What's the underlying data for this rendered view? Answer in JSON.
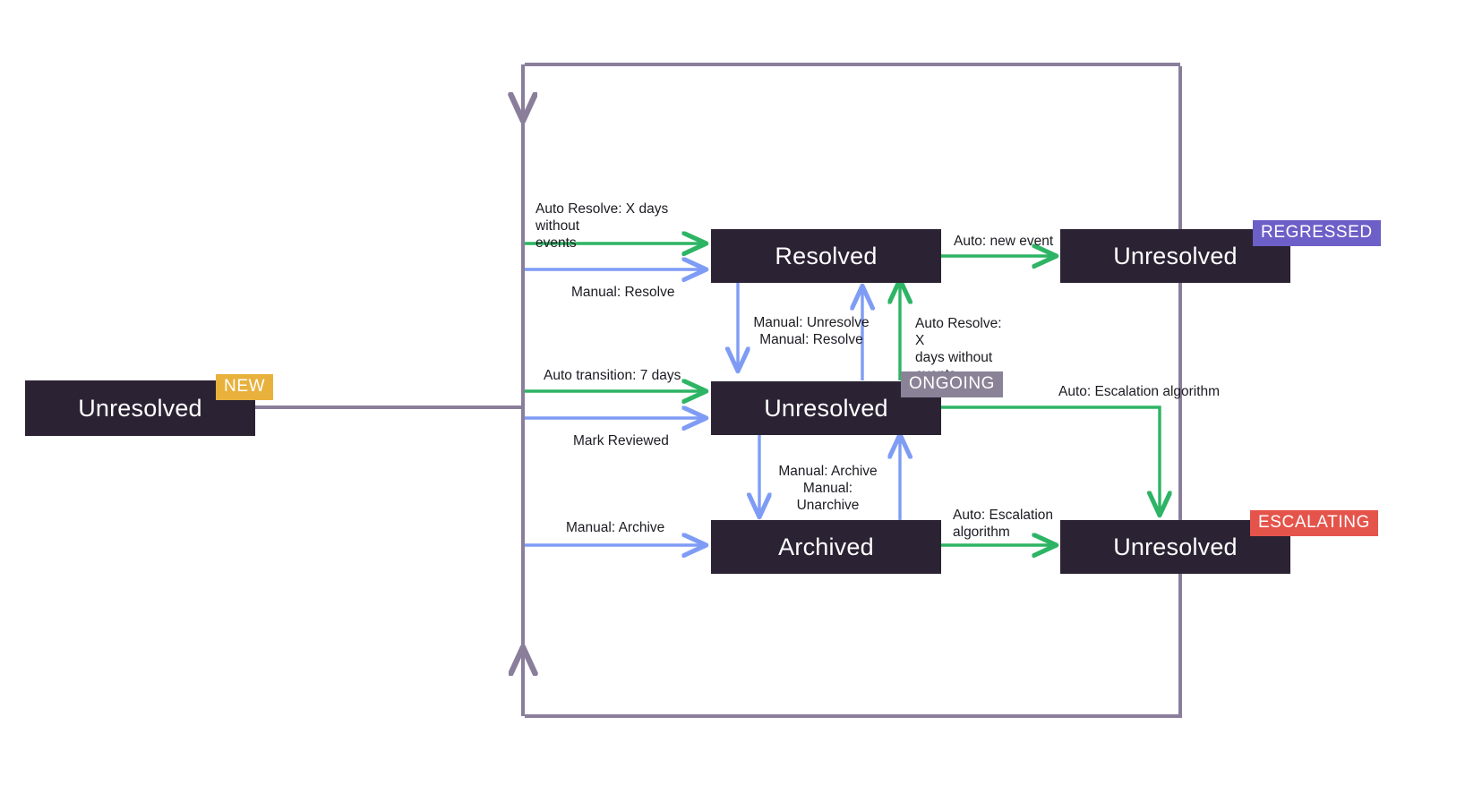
{
  "diagram": {
    "type": "state-transition-diagram",
    "background_color": "#FFFFFF",
    "colors": {
      "node_fill": "#2B2233",
      "node_text": "#FFFFFF",
      "auto_edge": "#2DB464",
      "manual_edge": "#7F9CF5",
      "frame_edge": "#8A7E9B",
      "label_text": "#1C1B22",
      "badge_new": "#E8B13C",
      "badge_regressed": "#6C5FC7",
      "badge_ongoing": "#8A8397",
      "badge_escalating": "#E5544B"
    }
  },
  "nodes": [
    {
      "id": "new",
      "label": "Unresolved"
    },
    {
      "id": "resolved",
      "label": "Resolved"
    },
    {
      "id": "regressed",
      "label": "Unresolved"
    },
    {
      "id": "ongoing",
      "label": "Unresolved"
    },
    {
      "id": "archived",
      "label": "Archived"
    },
    {
      "id": "escalating",
      "label": "Unresolved"
    }
  ],
  "badges": [
    {
      "id": "new",
      "label": "NEW"
    },
    {
      "id": "regressed",
      "label": "REGRESSED"
    },
    {
      "id": "ongoing",
      "label": "ONGOING"
    },
    {
      "id": "escalating",
      "label": "ESCALATING"
    }
  ],
  "edge_labels": [
    {
      "id": "auto-resolve-x-days-top",
      "text": "Auto Resolve: X days without\nevents",
      "kind": "auto"
    },
    {
      "id": "manual-resolve-left",
      "text": "Manual: Resolve",
      "kind": "manual"
    },
    {
      "id": "auto-new-event",
      "text": "Auto: new event",
      "kind": "auto"
    },
    {
      "id": "manual-unresolve-resolve",
      "text": "Manual: Unresolve\nManual: Resolve",
      "kind": "manual"
    },
    {
      "id": "auto-resolve-x-days-mid",
      "text": "Auto Resolve: X\ndays without\nevents",
      "kind": "auto"
    },
    {
      "id": "auto-transition-7-days",
      "text": "Auto transition: 7 days",
      "kind": "auto"
    },
    {
      "id": "mark-reviewed",
      "text": "Mark Reviewed",
      "kind": "manual"
    },
    {
      "id": "auto-escalation-top",
      "text": "Auto: Escalation algorithm",
      "kind": "auto"
    },
    {
      "id": "manual-archive-unarchive",
      "text": "Manual: Archive\nManual: Unarchive",
      "kind": "manual"
    },
    {
      "id": "manual-archive-left",
      "text": "Manual: Archive",
      "kind": "manual"
    },
    {
      "id": "auto-escalation-bottom",
      "text": "Auto: Escalation\nalgorithm",
      "kind": "auto"
    }
  ]
}
